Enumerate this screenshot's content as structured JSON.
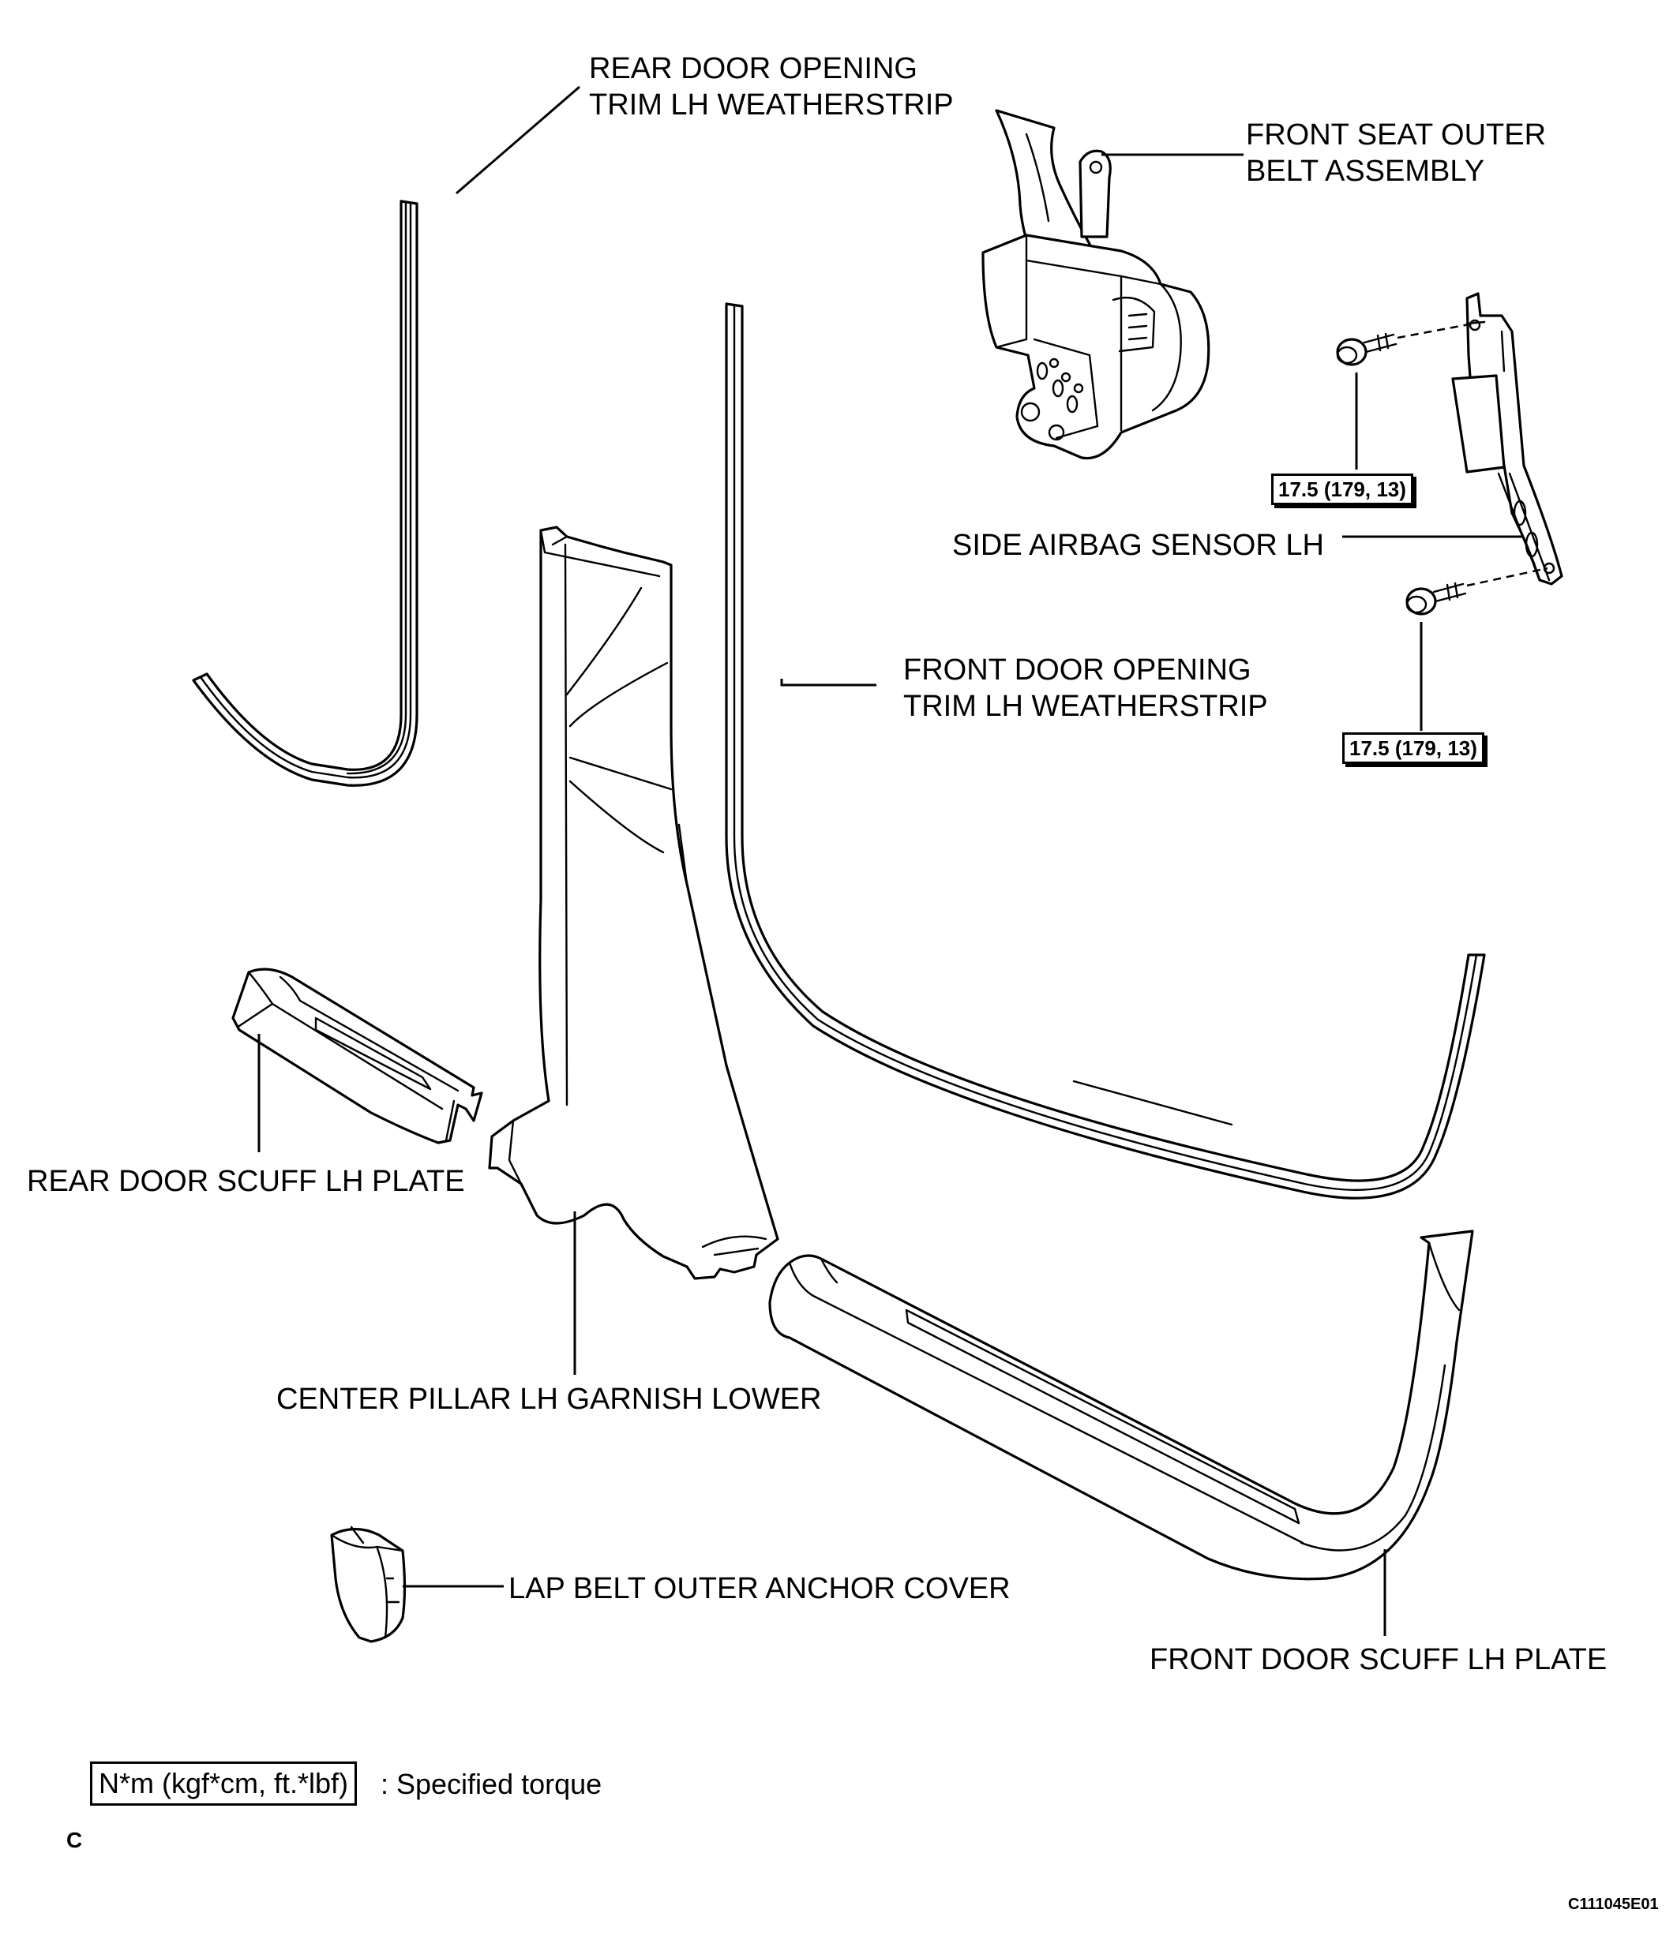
{
  "labels": {
    "rear_door_weatherstrip": [
      "REAR DOOR OPENING",
      "TRIM LH WEATHERSTRIP"
    ],
    "front_seat_belt": [
      "FRONT SEAT OUTER",
      "BELT ASSEMBLY"
    ],
    "side_airbag_sensor": "SIDE AIRBAG SENSOR LH",
    "front_door_weatherstrip": [
      "FRONT DOOR OPENING",
      "TRIM LH WEATHERSTRIP"
    ],
    "rear_door_scuff": "REAR DOOR SCUFF LH PLATE",
    "center_pillar": "CENTER PILLAR LH GARNISH LOWER",
    "lap_belt_cover": "LAP BELT OUTER ANCHOR COVER",
    "front_door_scuff": "FRONT DOOR SCUFF LH PLATE"
  },
  "torque_values": [
    "17.5 (179, 13)",
    "17.5 (179, 13)"
  ],
  "legend": {
    "box_text": "N*m (kgf*cm, ft.*lbf)",
    "description": ": Specified torque"
  },
  "section_letter": "C",
  "figure_id": "C111045E01"
}
